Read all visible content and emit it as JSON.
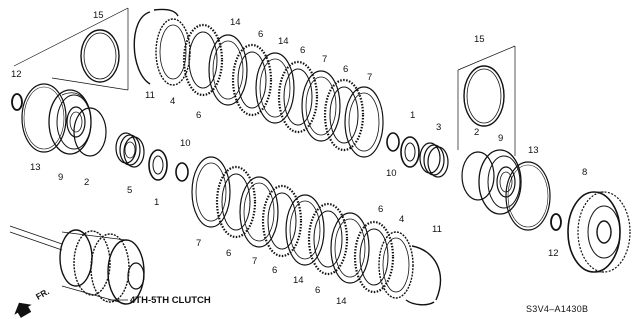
{
  "caption": "4TH-5TH CLUTCH",
  "diagram_code": "S3V4–A1430B",
  "direction_label": "FR.",
  "callouts": [
    "15",
    "12",
    "13",
    "9",
    "2",
    "11",
    "4",
    "6",
    "14",
    "6",
    "14",
    "6",
    "7",
    "6",
    "7",
    "5",
    "1",
    "10",
    "15",
    "1",
    "3",
    "10",
    "2",
    "9",
    "13",
    "8",
    "12",
    "7",
    "6",
    "7",
    "6",
    "14",
    "6",
    "14",
    "6",
    "4",
    "11"
  ],
  "colors": {
    "line": "#111111",
    "background": "#ffffff"
  }
}
